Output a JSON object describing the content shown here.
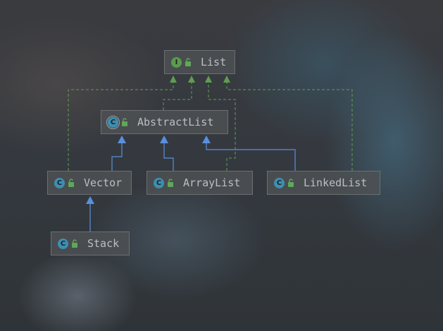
{
  "diagram": {
    "nodes": {
      "list": {
        "kind": "interface",
        "badge_letter": "I",
        "label": "List"
      },
      "abstractlist": {
        "kind": "class",
        "badge_letter": "C",
        "label": "AbstractList"
      },
      "vector": {
        "kind": "class",
        "badge_letter": "C",
        "label": "Vector"
      },
      "arraylist": {
        "kind": "class",
        "badge_letter": "C",
        "label": "ArrayList"
      },
      "linkedlist": {
        "kind": "class",
        "badge_letter": "C",
        "label": "LinkedList"
      },
      "stack": {
        "kind": "class",
        "badge_letter": "C",
        "label": "Stack"
      }
    },
    "edges": [
      {
        "from": "AbstractList",
        "to": "List",
        "type": "implements"
      },
      {
        "from": "Vector",
        "to": "List",
        "type": "implements"
      },
      {
        "from": "ArrayList",
        "to": "List",
        "type": "implements"
      },
      {
        "from": "LinkedList",
        "to": "List",
        "type": "implements"
      },
      {
        "from": "Vector",
        "to": "AbstractList",
        "type": "extends"
      },
      {
        "from": "ArrayList",
        "to": "AbstractList",
        "type": "extends"
      },
      {
        "from": "LinkedList",
        "to": "AbstractList",
        "type": "extends"
      },
      {
        "from": "Stack",
        "to": "Vector",
        "type": "extends"
      }
    ],
    "colors": {
      "implements_edge": "#5f9e4f",
      "extends_edge": "#5a8fdd",
      "class_badge": "#3d8fb2",
      "interface_badge": "#5c9a4e",
      "lock_icon": "#5fa85a",
      "node_text": "#bcbec4",
      "node_border": "#6b6f72"
    },
    "icons": {
      "class_badge": "class-badge-icon",
      "interface_badge": "interface-badge-icon",
      "visibility": "lock-open-icon"
    }
  }
}
